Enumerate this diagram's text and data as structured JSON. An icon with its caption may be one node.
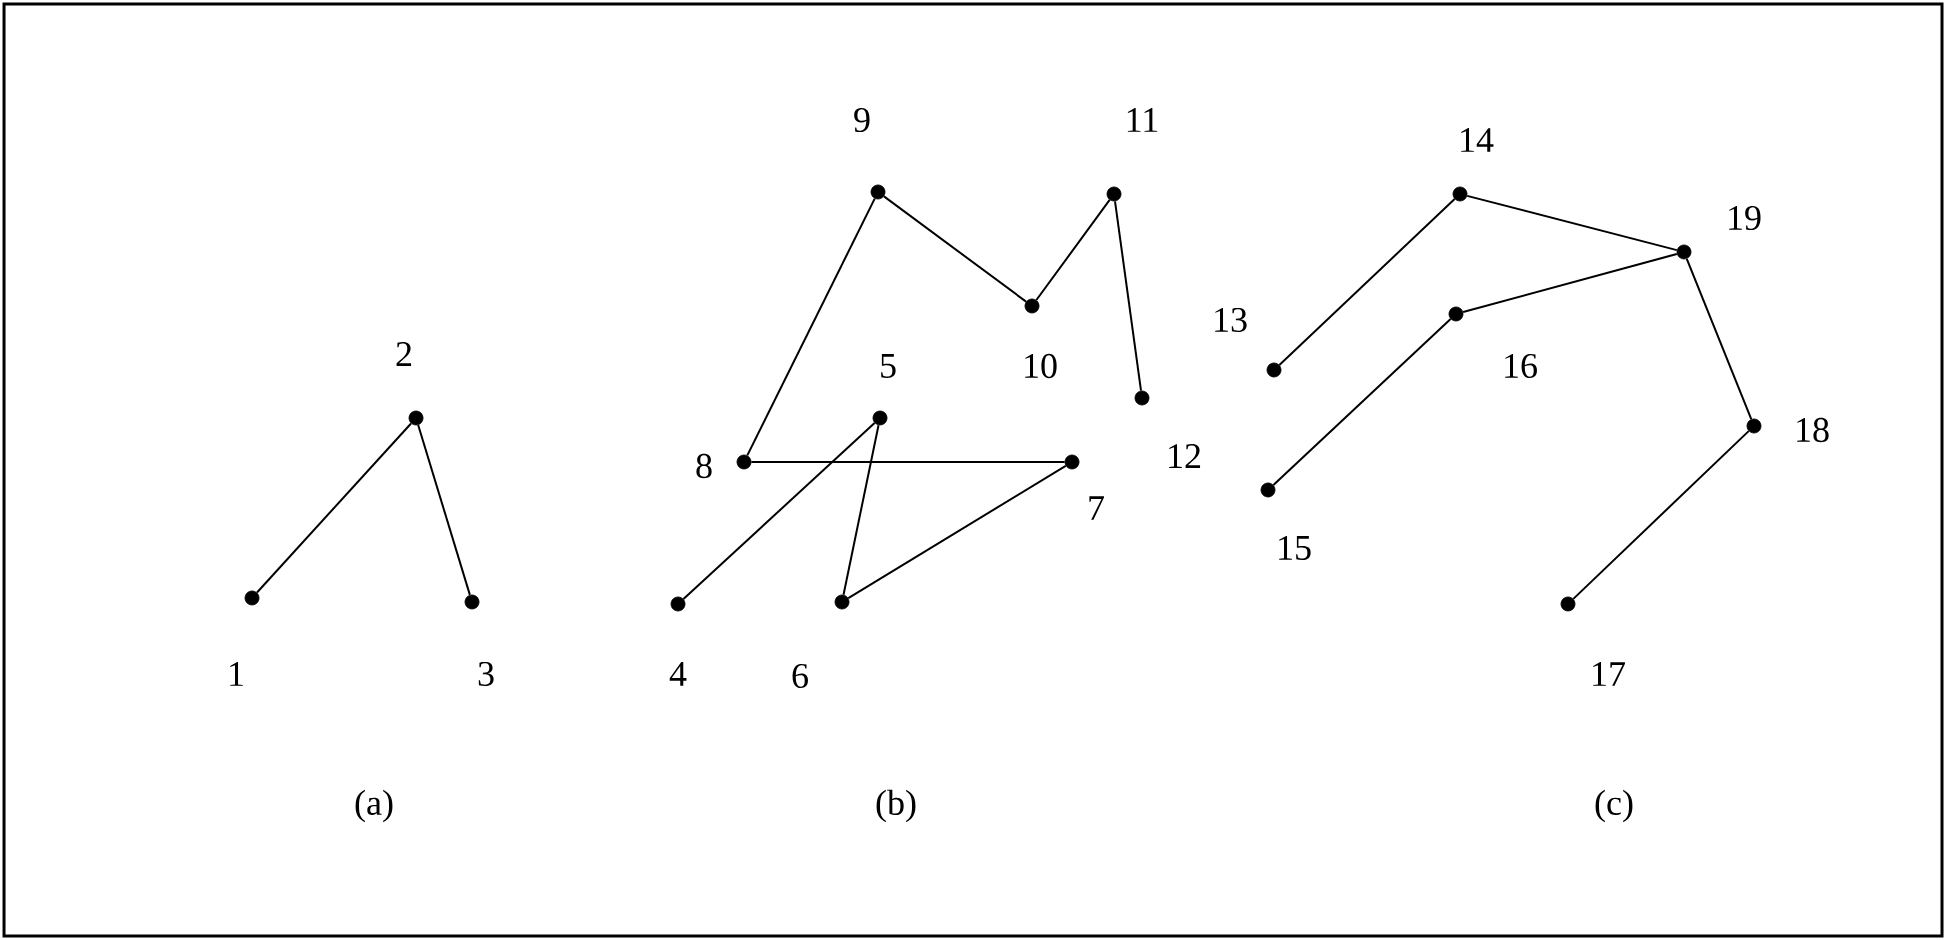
{
  "diagram": {
    "nodes": [
      {
        "text": [],
        "shape": "circle",
        "beside": [
          "1"
        ]
      },
      {
        "text": [],
        "shape": "circle",
        "beside": [
          "2"
        ]
      },
      {
        "text": [],
        "shape": "circle",
        "beside": [
          "3"
        ]
      },
      {
        "text": [],
        "shape": "circle",
        "beside": [
          "4"
        ]
      },
      {
        "text": [],
        "shape": "circle",
        "beside": [
          "5"
        ]
      },
      {
        "text": [],
        "shape": "circle",
        "beside": [
          "6"
        ]
      },
      {
        "text": [],
        "shape": "circle",
        "beside": [
          "7"
        ]
      },
      {
        "text": [],
        "shape": "circle",
        "beside": [
          "8"
        ]
      },
      {
        "text": [],
        "shape": "circle",
        "beside": [
          "9"
        ]
      },
      {
        "text": [],
        "shape": "circle",
        "beside": [
          "10"
        ]
      },
      {
        "text": [],
        "shape": "circle",
        "beside": [
          "11"
        ]
      },
      {
        "text": [],
        "shape": "circle",
        "beside": [
          "12"
        ]
      },
      {
        "text": [],
        "shape": "circle",
        "beside": [
          "13"
        ]
      },
      {
        "text": [],
        "shape": "circle",
        "beside": [
          "14"
        ]
      },
      {
        "text": [],
        "shape": "circle",
        "beside": [
          "15"
        ]
      },
      {
        "text": [],
        "shape": "circle",
        "beside": [
          "16"
        ]
      },
      {
        "text": [],
        "shape": "circle",
        "beside": [
          "17"
        ]
      },
      {
        "text": [],
        "shape": "circle",
        "beside": [
          "18"
        ]
      },
      {
        "text": [],
        "shape": "circle",
        "beside": [
          "19"
        ]
      }
    ],
    "edges": [
      {
        "from": 0,
        "to": 1,
        "arrow": "none"
      },
      {
        "from": 1,
        "to": 2,
        "arrow": "none"
      },
      {
        "from": 3,
        "to": 4,
        "arrow": "none"
      },
      {
        "from": 4,
        "to": 5,
        "arrow": "none"
      },
      {
        "from": 5,
        "to": 6,
        "arrow": "none"
      },
      {
        "from": 6,
        "to": 7,
        "arrow": "none"
      },
      {
        "from": 7,
        "to": 8,
        "arrow": "none"
      },
      {
        "from": 8,
        "to": 9,
        "arrow": "none"
      },
      {
        "from": 9,
        "to": 10,
        "arrow": "none"
      },
      {
        "from": 10,
        "to": 11,
        "arrow": "none"
      },
      {
        "from": 12,
        "to": 13,
        "arrow": "none"
      },
      {
        "from": 13,
        "to": 18,
        "arrow": "none"
      },
      {
        "from": 18,
        "to": 15,
        "arrow": "none"
      },
      {
        "from": 15,
        "to": 14,
        "arrow": "none"
      },
      {
        "from": 18,
        "to": 17,
        "arrow": "none"
      },
      {
        "from": 17,
        "to": 16,
        "arrow": "none"
      }
    ],
    "labels": [
      "(a)",
      "(b)",
      "(c)"
    ]
  }
}
